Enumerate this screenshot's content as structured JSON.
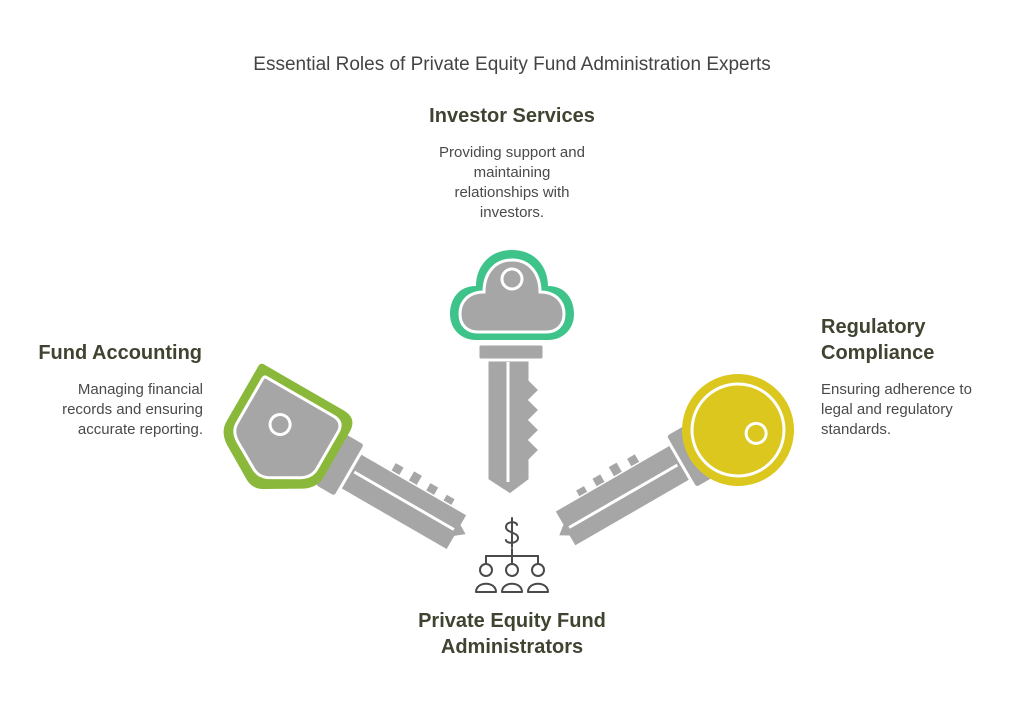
{
  "title": "Essential Roles of Private Equity Fund Administration Experts",
  "center": {
    "label_line1": "Private Equity Fund",
    "label_line2": "Administrators",
    "icon": "dollar-hierarchy-people-icon"
  },
  "roles": [
    {
      "heading": "Investor Services",
      "description_lines": [
        "Providing support and",
        "maintaining",
        "relationships with",
        "investors."
      ],
      "key_color": "#3ec48a",
      "key_shape": "cloud"
    },
    {
      "heading": "Fund Accounting",
      "description_lines": [
        "Managing financial",
        "records and ensuring",
        "accurate reporting."
      ],
      "key_color": "#8ab83a",
      "key_shape": "shield"
    },
    {
      "heading_line1": "Regulatory",
      "heading_line2": "Compliance",
      "description_lines": [
        "Ensuring adherence to",
        "legal and regulatory",
        "standards."
      ],
      "key_color": "#dcc71e",
      "key_shape": "circle"
    }
  ],
  "colors": {
    "key_gray": "#a6a6a6",
    "key_outline": "#ffffff",
    "icon_stroke": "#4a4a4a"
  }
}
